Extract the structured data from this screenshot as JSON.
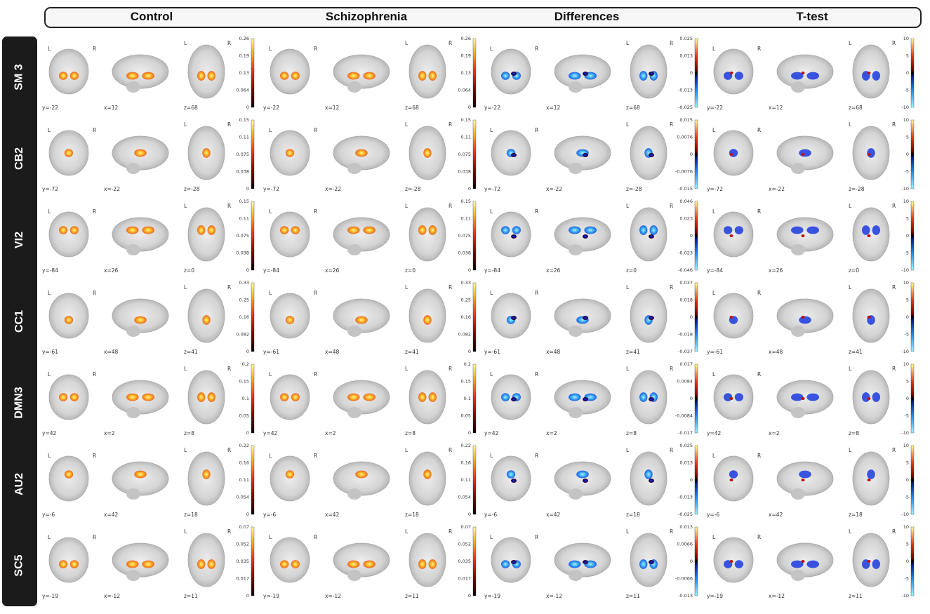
{
  "columns": [
    "Control",
    "Schizophrenia",
    "Differences",
    "T-test"
  ],
  "orientation": {
    "left": "L",
    "right": "R"
  },
  "rows": [
    {
      "label": "SM 3",
      "coords": [
        "y=-22",
        "x=12",
        "z=68"
      ],
      "cb_fire": [
        "0.26",
        "0.19",
        "0.13",
        "0.064",
        "0"
      ],
      "cb_diff": [
        "0.025",
        "0.013",
        "0",
        "-0.013",
        "-0.025"
      ]
    },
    {
      "label": "CB2",
      "coords": [
        "y=-72",
        "x=-22",
        "z=-28"
      ],
      "cb_fire": [
        "0.15",
        "0.11",
        "0.075",
        "0.038",
        "0"
      ],
      "cb_diff": [
        "0.015",
        "0.0076",
        "0",
        "-0.0076",
        "-0.015"
      ]
    },
    {
      "label": "VI2",
      "coords": [
        "y=-84",
        "x=26",
        "z=0"
      ],
      "cb_fire": [
        "0.15",
        "0.11",
        "0.075",
        "0.038",
        "0"
      ],
      "cb_diff": [
        "0.046",
        "0.023",
        "0",
        "-0.023",
        "-0.046"
      ]
    },
    {
      "label": "CC1",
      "coords": [
        "y=-61",
        "x=48",
        "z=41"
      ],
      "cb_fire": [
        "0.33",
        "0.25",
        "0.16",
        "0.082",
        "0"
      ],
      "cb_diff": [
        "0.037",
        "0.018",
        "0",
        "-0.018",
        "-0.037"
      ]
    },
    {
      "label": "DMN3",
      "coords": [
        "y=42",
        "x=2",
        "z=8"
      ],
      "cb_fire": [
        "0.2",
        "0.15",
        "0.1",
        "0.05",
        "0"
      ],
      "cb_diff": [
        "0.017",
        "0.0084",
        "0",
        "-0.0084",
        "-0.017"
      ]
    },
    {
      "label": "AU2",
      "coords": [
        "y=-6",
        "x=42",
        "z=18"
      ],
      "cb_fire": [
        "0.22",
        "0.16",
        "0.11",
        "0.054",
        "0"
      ],
      "cb_diff": [
        "0.025",
        "0.013",
        "0",
        "-0.013",
        "-0.025"
      ]
    },
    {
      "label": "SC5",
      "coords": [
        "y=-19",
        "x=-12",
        "z=11"
      ],
      "cb_fire": [
        "0.07",
        "0.052",
        "0.035",
        "0.017",
        "0"
      ],
      "cb_diff": [
        "0.013",
        "0.0066",
        "0",
        "-0.0066",
        "-0.013"
      ]
    }
  ],
  "cb_ttest": [
    "10",
    "5",
    "0",
    "-5",
    "-10"
  ],
  "colors": {
    "hot_low": "#5a0000",
    "hot_mid": "#e83a12",
    "hot_high": "#ffff90",
    "cool_low": "#6ee8ff",
    "cool_mid": "#1b2fe0",
    "brain": "#cfcfcf",
    "frame_dark": "#1b1b1b"
  }
}
